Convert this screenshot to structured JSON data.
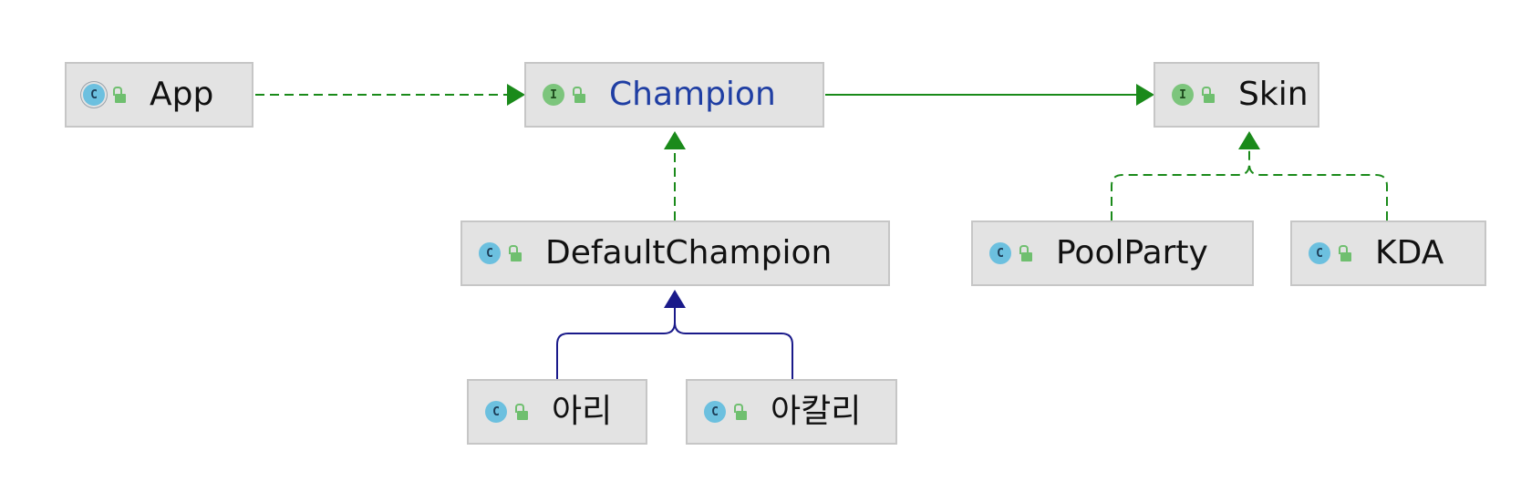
{
  "nodes": {
    "app": {
      "label": "App",
      "kind": "class",
      "badge": "C",
      "accessibility": "public"
    },
    "champion": {
      "label": "Champion",
      "kind": "interface",
      "badge": "I",
      "accessibility": "public"
    },
    "skin": {
      "label": "Skin",
      "kind": "interface",
      "badge": "I",
      "accessibility": "public"
    },
    "default_champion": {
      "label": "DefaultChampion",
      "kind": "class",
      "badge": "C",
      "accessibility": "public"
    },
    "pool_party": {
      "label": "PoolParty",
      "kind": "class",
      "badge": "C",
      "accessibility": "public"
    },
    "kda": {
      "label": "KDA",
      "kind": "class",
      "badge": "C",
      "accessibility": "public"
    },
    "ahri": {
      "label": "아리",
      "kind": "class",
      "badge": "C",
      "accessibility": "public"
    },
    "akali": {
      "label": "아칼리",
      "kind": "class",
      "badge": "C",
      "accessibility": "public"
    }
  },
  "edges": [
    {
      "from": "App",
      "to": "Champion",
      "style": "dashed",
      "color": "#1a8a1a"
    },
    {
      "from": "Champion",
      "to": "Skin",
      "style": "solid",
      "color": "#1a8a1a"
    },
    {
      "from": "DefaultChampion",
      "to": "Champion",
      "style": "dashed",
      "color": "#1a8a1a"
    },
    {
      "from": "PoolParty",
      "to": "Skin",
      "style": "dashed",
      "color": "#1a8a1a"
    },
    {
      "from": "KDA",
      "to": "Skin",
      "style": "dashed",
      "color": "#1a8a1a"
    },
    {
      "from": "아리",
      "to": "DefaultChampion",
      "style": "solid",
      "color": "#1a1a8a"
    },
    {
      "from": "아칼리",
      "to": "DefaultChampion",
      "style": "solid",
      "color": "#1a1a8a"
    }
  ],
  "colors": {
    "realization": "#1a8a1a",
    "generalization": "#1a1a8a",
    "class_badge": "#6cc0df",
    "interface_badge": "#7cc57c",
    "node_fill": "#e3e3e3",
    "node_border": "#c6c6c6",
    "selected_label": "#1f3ea3"
  },
  "icons": {
    "class": "class-icon",
    "interface": "interface-icon",
    "public": "unlocked-icon"
  }
}
